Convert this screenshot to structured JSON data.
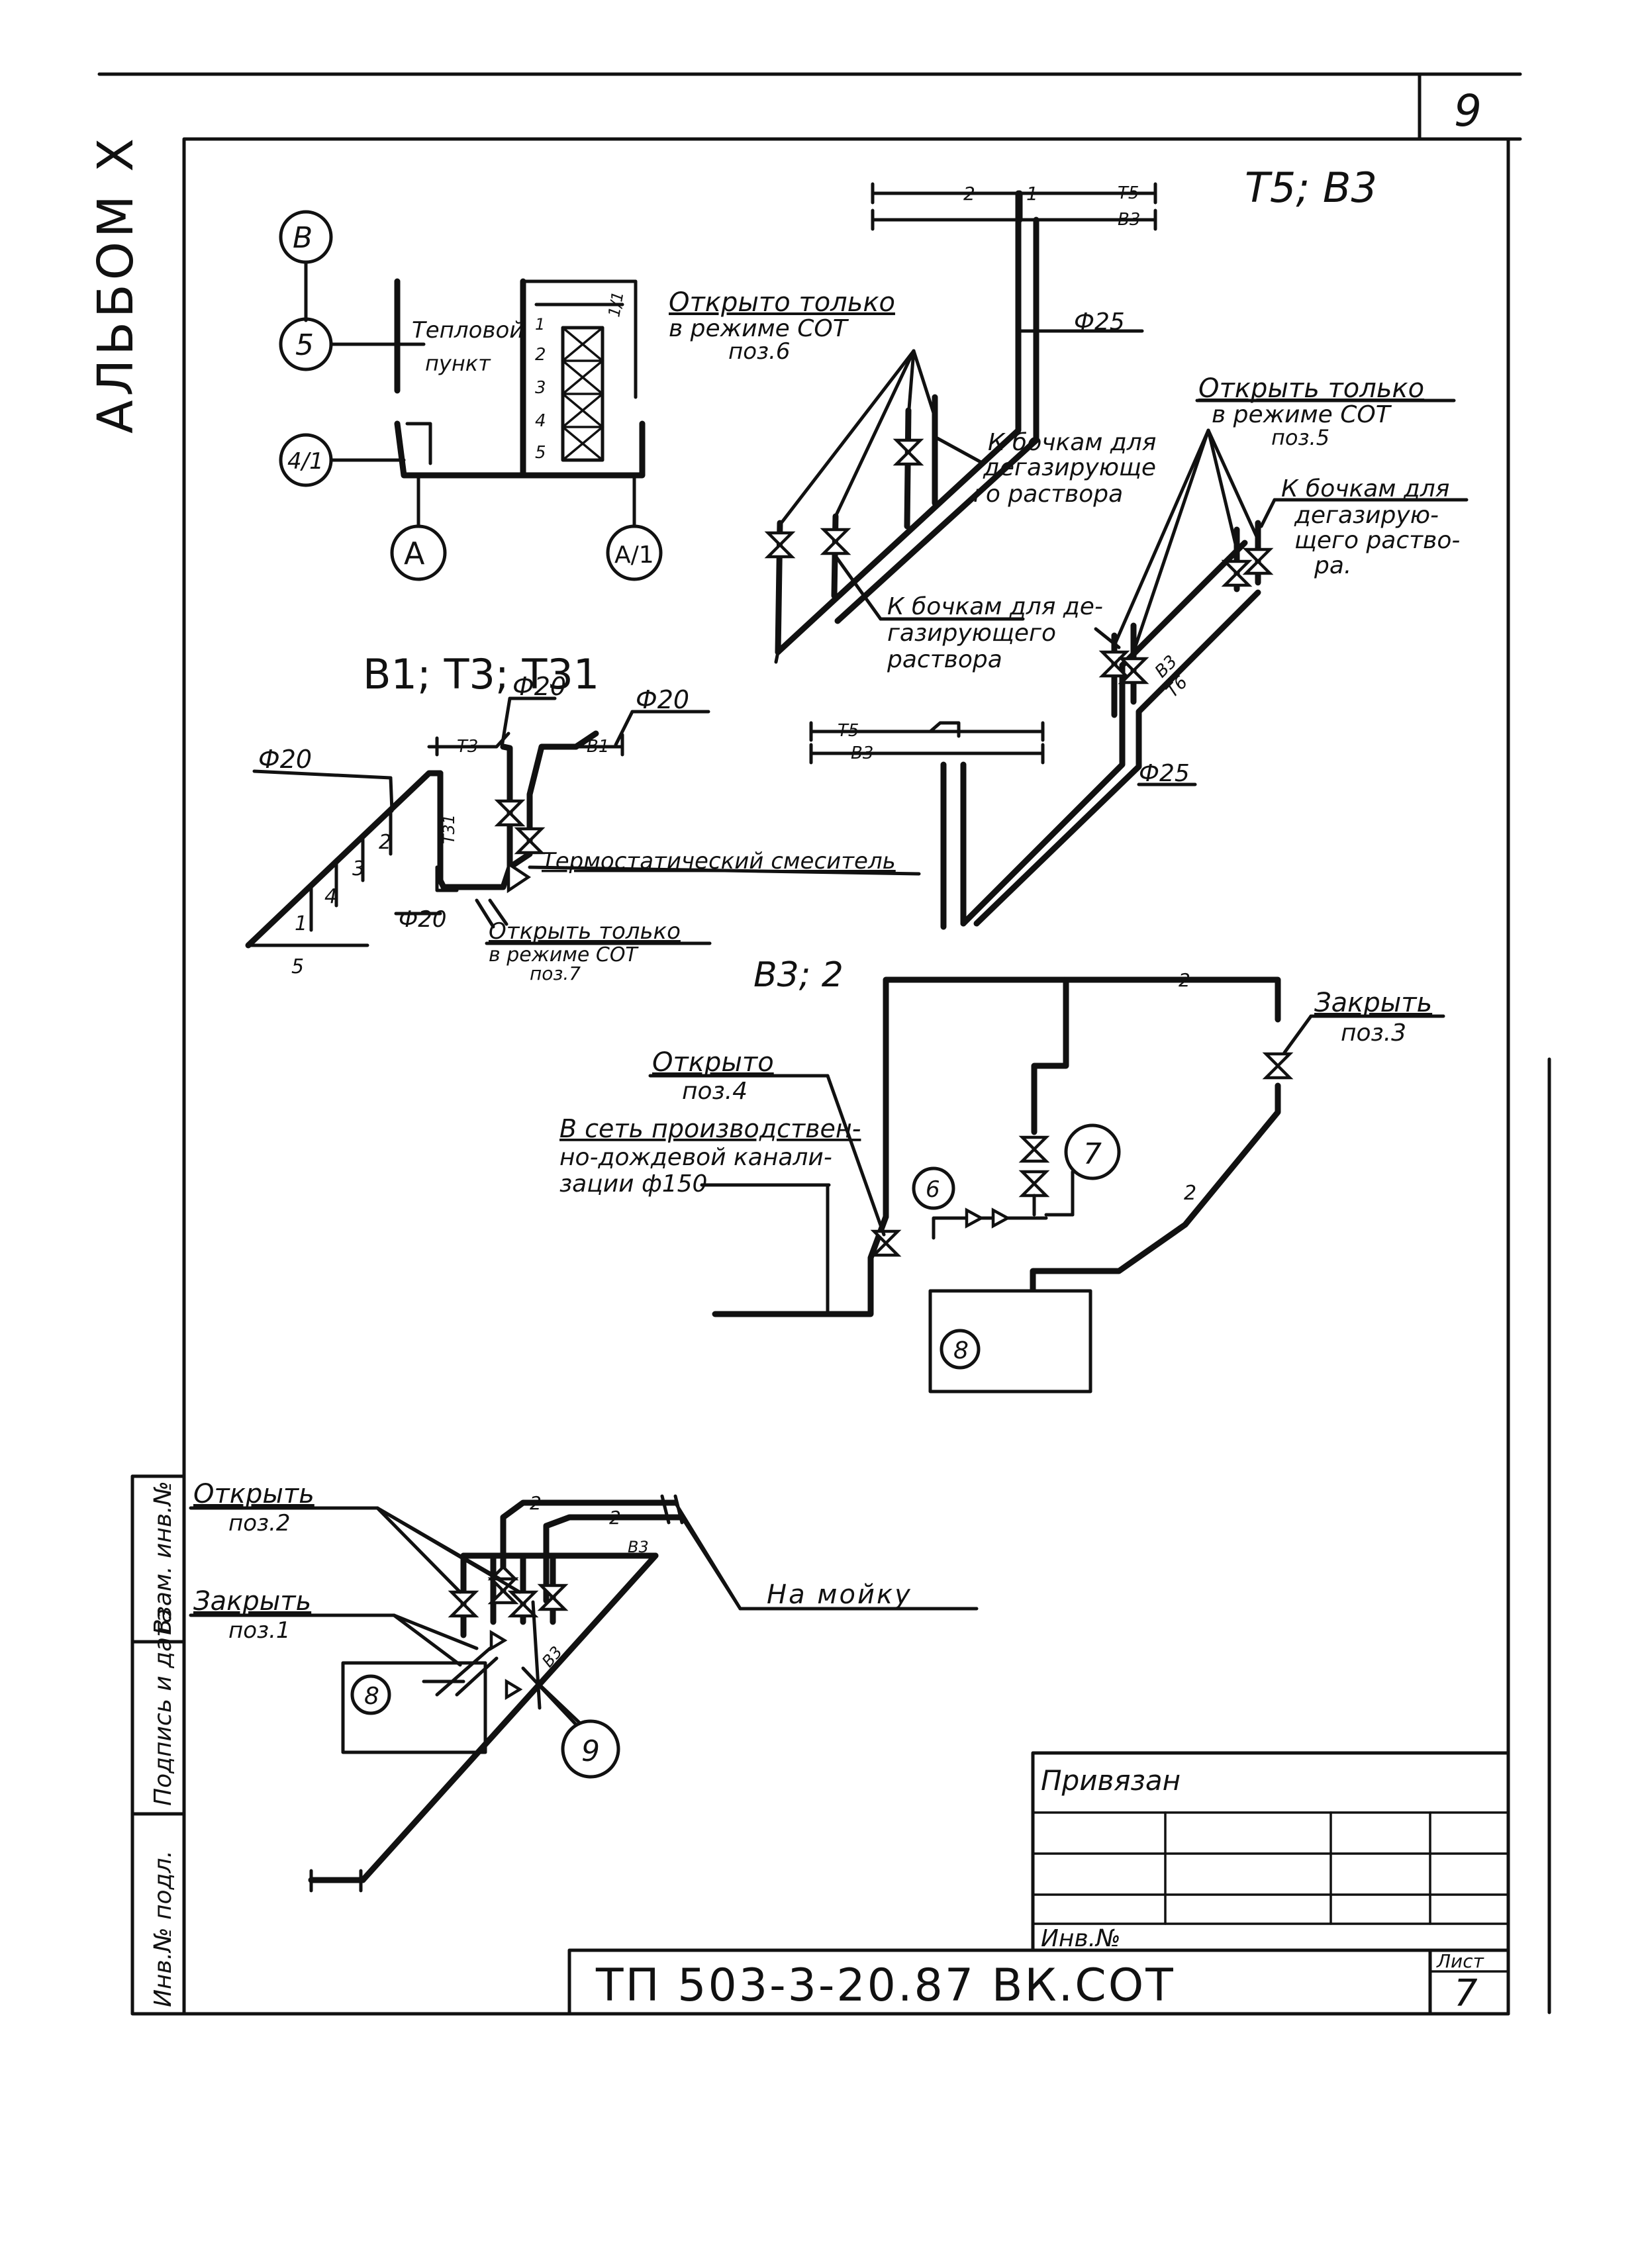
{
  "sheet": {
    "top_page_number": "9",
    "album": "АЛЬБОМ Х",
    "designation": "ТП 503-3-20.87 ВК.СОТ",
    "sheet_label": "Лист",
    "sheet_number": "7",
    "attached_label": "Привязан",
    "inv_label": "Инв.№",
    "side_stamp": [
      "Инв.№ подл.",
      "Подпись и дата",
      "Взам. инв.№"
    ]
  },
  "plan": {
    "axes": [
      "В",
      "5",
      "4/1",
      "А",
      "А/1"
    ],
    "room_line1": "Тепловой",
    "room_line2": "пункт",
    "marks": [
      "1",
      "2",
      "3",
      "4",
      "5",
      "1/1"
    ]
  },
  "scheme_b1": {
    "title": "В1; Т3; Т31",
    "labels": {
      "d20_a": "Ф20",
      "d20_b": "Ф20",
      "d20_c": "Ф20",
      "d20_d": "Ф20",
      "t3": "Т3",
      "b1": "В1",
      "t31": "Т31",
      "mixer": "Термостатический смеситель",
      "open1": "Открыть только",
      "open2": "в режиме СОТ",
      "open3": "поз.7"
    },
    "numbers": [
      "1",
      "2",
      "3",
      "4",
      "5"
    ]
  },
  "scheme_t5": {
    "title": "Т5; В3",
    "labels": {
      "t5": "Т5",
      "b3": "В3",
      "n2": "2",
      "n1": "1",
      "d25": "Ф25",
      "open1": "Открыто только",
      "open2": "в режиме СОТ",
      "open3": "поз.6",
      "tank1": "К бочкам для",
      "tank2": "дегазирующе",
      "tank3": "го раствора",
      "tankb1": "К бочкам для де-",
      "tankb2": "газирующего",
      "tankb3": "раствора"
    }
  },
  "scheme_t6": {
    "labels": {
      "open1": "Открыть только",
      "open2": "в режиме СОТ",
      "open3": "поз.5",
      "tank1": "К бочкам для",
      "tank2": "дегазирую-",
      "tank3": "щего раство-",
      "tank4": "ра.",
      "b3": "В3",
      "t6": "Т6",
      "d25": "Ф25",
      "t5": "Т5",
      "b3b": "В3"
    }
  },
  "scheme_b3": {
    "title": "В3; 2",
    "labels": {
      "close1": "Закрыть",
      "close2": "поз.3",
      "open1": "Открыто",
      "open2": "поз.4",
      "sewer1": "В сеть производствен-",
      "sewer2": "но-дождевой канали-",
      "sewer3": "зации ф150",
      "n2a": "2",
      "n2b": "2"
    },
    "callouts": [
      "6",
      "7",
      "8"
    ]
  },
  "scheme_wash": {
    "labels": {
      "open1": "Открыть",
      "open2": "поз.2",
      "close1": "Закрыть",
      "close2": "поз.1",
      "wash": "На мойку",
      "n2a": "2",
      "n2b": "2",
      "b3a": "В3",
      "b3b": "В3"
    },
    "callouts": [
      "8",
      "9"
    ]
  }
}
